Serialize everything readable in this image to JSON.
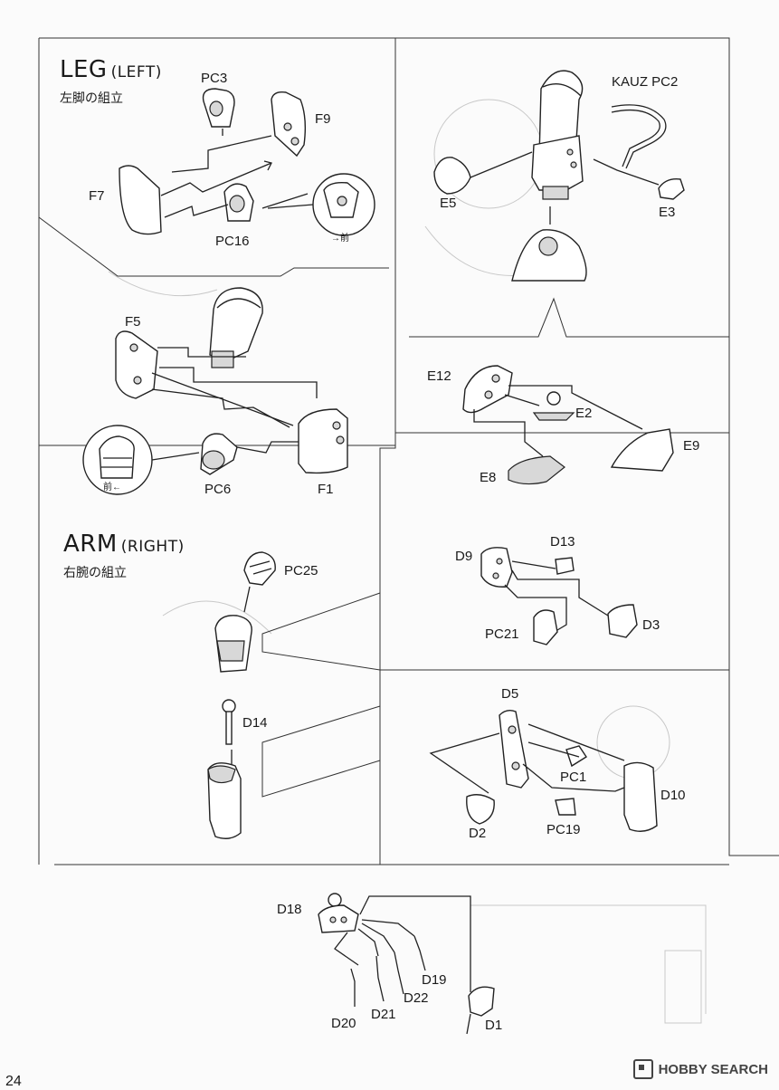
{
  "sections": {
    "leg_left": {
      "title": "LEG",
      "side": "(LEFT)",
      "subtitle": "左脚の組立"
    },
    "arm_right": {
      "title": "ARM",
      "side": "(RIGHT)",
      "subtitle": "右腕の組立"
    }
  },
  "parts": {
    "pc3": "PC3",
    "f9": "F9",
    "f7": "F7",
    "pc16": "PC16",
    "f5": "F5",
    "pc6": "PC6",
    "f1": "F1",
    "kauz_pc2": "KAUZ PC2",
    "e5": "E5",
    "e3": "E3",
    "e12": "E12",
    "e2": "E2",
    "e9": "E9",
    "e8": "E8",
    "pc25": "PC25",
    "d14": "D14",
    "d13": "D13",
    "d9": "D9",
    "pc21": "PC21",
    "d3": "D3",
    "d5": "D5",
    "pc1": "PC1",
    "d10": "D10",
    "d2": "D2",
    "pc19": "PC19",
    "d18": "D18",
    "d19": "D19",
    "d21": "D21",
    "d22": "D22",
    "d20": "D20",
    "d1": "D1"
  },
  "notes": {
    "front_right": "→前",
    "front_left": "前←"
  },
  "page_number": "24",
  "watermark": "HOBBY SEARCH"
}
